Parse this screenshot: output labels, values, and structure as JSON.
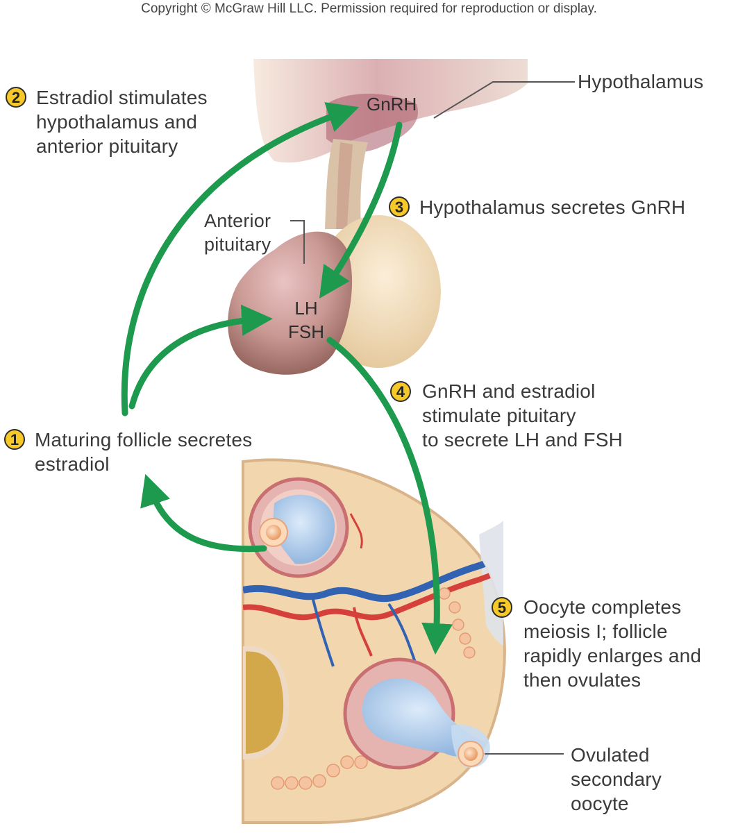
{
  "copyright": "Copyright © McGraw Hill LLC. Permission required for reproduction or display.",
  "colors": {
    "arrow": "#1d9a4d",
    "badge": "#f7c928",
    "ovary": "#f2d6ae",
    "pituitary_anterior": "#b98a82",
    "pituitary_posterior": "#f1ddb9",
    "hypothalamus": "#e9c9c4",
    "follicle_fluid": "#b9d2ee",
    "vessel_red": "#d5413a",
    "vessel_blue": "#3263b3"
  },
  "labels": {
    "hypothalamus": "Hypothalamus",
    "gnrh": "GnRH",
    "anterior_pituitary_1": "Anterior",
    "anterior_pituitary_2": "pituitary",
    "lh": "LH",
    "fsh": "FSH",
    "ovulated_1": "Ovulated",
    "ovulated_2": "secondary",
    "ovulated_3": "oocyte"
  },
  "steps": [
    {
      "num": "1",
      "lines": [
        "Maturing follicle secretes",
        "estradiol"
      ]
    },
    {
      "num": "2",
      "lines": [
        "Estradiol stimulates",
        "hypothalamus and",
        "anterior pituitary"
      ]
    },
    {
      "num": "3",
      "lines": [
        "Hypothalamus secretes GnRH"
      ]
    },
    {
      "num": "4",
      "lines": [
        "GnRH and estradiol",
        "stimulate pituitary",
        "to secrete LH and FSH"
      ]
    },
    {
      "num": "5",
      "lines": [
        "Oocyte completes",
        "meiosis I; follicle",
        "rapidly enlarges and",
        "then ovulates"
      ]
    }
  ]
}
